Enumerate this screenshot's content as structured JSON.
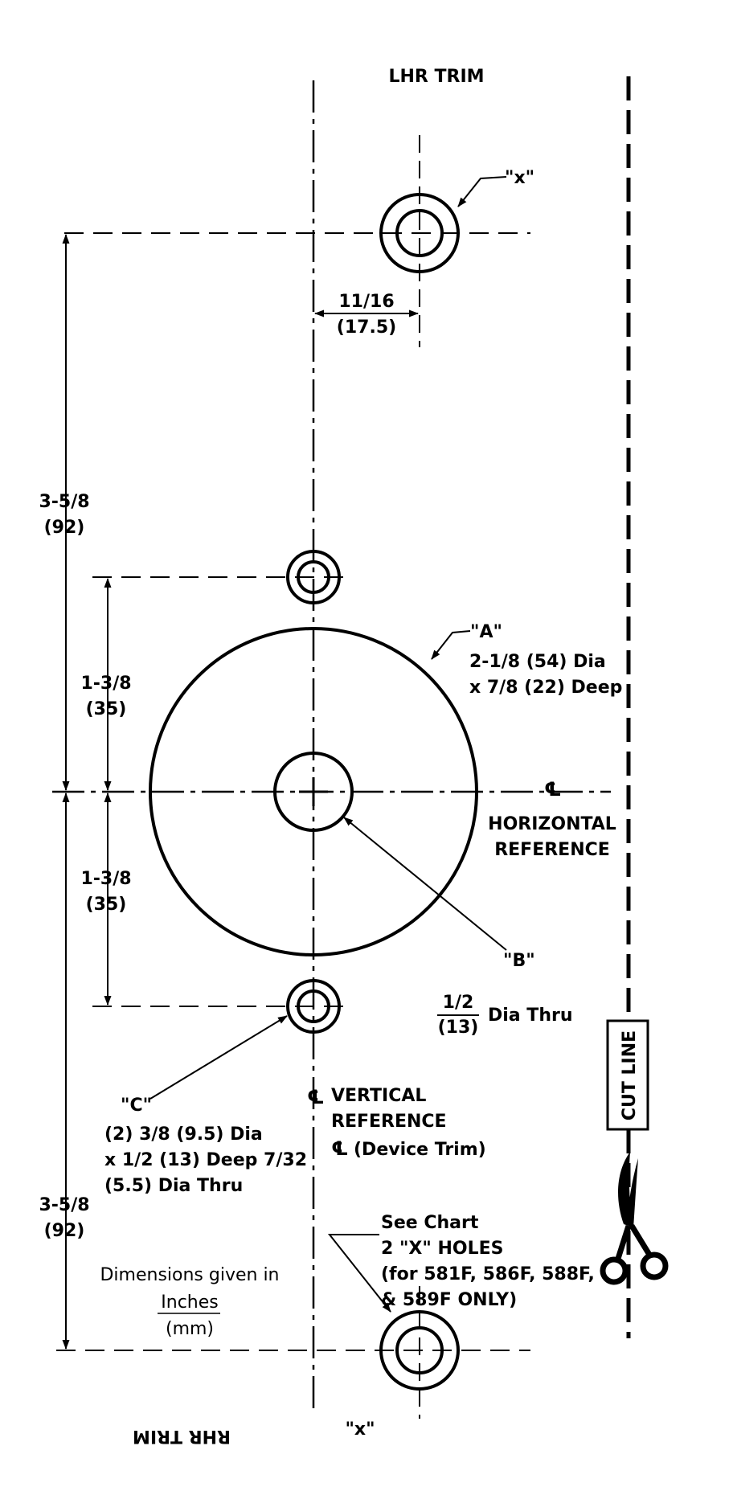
{
  "labels": {
    "lhr_trim": "LHR TRIM",
    "rhr_trim": "RHR TRIM",
    "x_top": "\"x\"",
    "x_bottom": "\"x\"",
    "dim_top_in": "11/16",
    "dim_top_mm": "(17.5)",
    "dim_left_upper_in": "3-5/8",
    "dim_left_upper_mm": "(92)",
    "dim_left_lower_in": "3-5/8",
    "dim_left_lower_mm": "(92)",
    "dim_mid_upper_in": "1-3/8",
    "dim_mid_upper_mm": "(35)",
    "dim_mid_lower_in": "1-3/8",
    "dim_mid_lower_mm": "(35)",
    "a_tag": "\"A\"",
    "a_line1": "2-1/8 (54) Dia",
    "a_line2": "x 7/8 (22) Deep",
    "cl_symbol": "℄",
    "horizontal_line1": "HORIZONTAL",
    "horizontal_line2": "REFERENCE",
    "b_tag": "\"B\"",
    "b_frac_in": "1/2",
    "b_frac_mm": "(13)",
    "b_desc": "Dia Thru",
    "cut_line": "CUT LINE",
    "c_tag": "\"C\"",
    "c_line1": "(2) 3/8 (9.5) Dia",
    "c_line2": "x 1/2 (13) Deep 7/32",
    "c_line3": "(5.5) Dia Thru",
    "vertical_line1": "VERTICAL",
    "vertical_line2": "REFERENCE",
    "device_trim": "(Device Trim)",
    "chart_line1": "See Chart",
    "chart_line2": "2 \"X\" HOLES",
    "chart_line3": "(for 581F, 586F, 588F,",
    "chart_line4": "& 589F ONLY)",
    "units_line1": "Dimensions given in",
    "units_inches": "Inches",
    "units_mm": "(mm)"
  }
}
